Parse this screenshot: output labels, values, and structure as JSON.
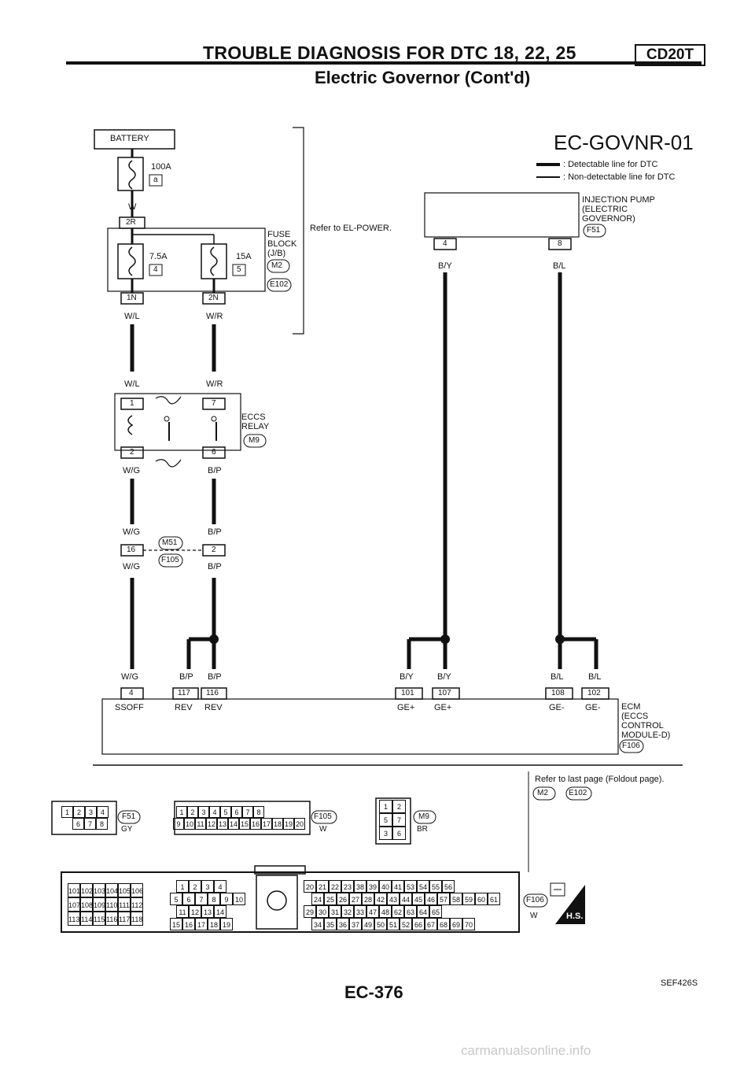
{
  "header": {
    "title": "TROUBLE DIAGNOSIS FOR DTC 18, 22, 25",
    "subtitle": "Electric Governor (Cont'd)",
    "engine_code": "CD20T"
  },
  "diagram": {
    "id": "EC-GOVNR-01",
    "legend": {
      "detectable": ": Detectable line for DTC",
      "non_detectable": ": Non-detectable line for DTC"
    },
    "battery": "BATTERY",
    "fuse_100a": "100A",
    "fuse_100a_pos": "a",
    "wire_w": "W",
    "conn_2r": "2R",
    "fuse_75a": "7.5A",
    "fuse_75a_pos": "4",
    "fuse_15a": "15A",
    "fuse_15a_pos": "5",
    "fuse_block": [
      "FUSE",
      "BLOCK",
      "(J/B)"
    ],
    "conn_m2": "M2",
    "conn_e102": "E102",
    "conn_1n": "1N",
    "conn_2n": "2N",
    "refer_power": "Refer to EL-POWER.",
    "wire_wl": "W/L",
    "wire_wr": "W/R",
    "relay_pins": [
      "1",
      "7",
      "2",
      "6"
    ],
    "relay_label": [
      "ECCS",
      "RELAY"
    ],
    "conn_m9": "M9",
    "wire_wg": "W/G",
    "wire_bp": "B/P",
    "conn_16": "16",
    "conn_2": "2",
    "conn_m51": "M51",
    "conn_f105": "F105",
    "injection_pump": [
      "INJECTION PUMP",
      "(ELECTRIC",
      "GOVERNOR)"
    ],
    "conn_f51": "F51",
    "pump_pins": [
      "4",
      "8"
    ],
    "wire_by": "B/Y",
    "wire_bl": "B/L",
    "ecm_pins": [
      "4",
      "117",
      "116",
      "101",
      "107",
      "108",
      "102"
    ],
    "ecm_terms": [
      "SSOFF",
      "REV",
      "REV",
      "GE+",
      "GE+",
      "GE-",
      "GE-"
    ],
    "ecm_label": [
      "ECM",
      "(ECCS",
      "CONTROL",
      "MODULE-D)"
    ],
    "conn_f106": "F106",
    "refer_foldout": "Refer to last page (Foldout page).",
    "foldout_conns": [
      "M2",
      "E102"
    ],
    "conn_colors": {
      "f51": "GY",
      "f105": "W",
      "m9": "BR",
      "f106": "W"
    },
    "hs_badge": "H.S.",
    "f51_rows": [
      [
        "1",
        "2",
        "3",
        "4"
      ],
      [
        "6",
        "7",
        "8"
      ]
    ],
    "f105_rows": [
      [
        "1",
        "2",
        "3",
        "4",
        "5",
        "6",
        "7",
        "8"
      ],
      [
        "9",
        "10",
        "11",
        "12",
        "13",
        "14",
        "15",
        "16",
        "17",
        "18",
        "19",
        "20"
      ]
    ],
    "m9_rows": [
      [
        "1",
        "2"
      ],
      [
        "5",
        "7"
      ],
      [
        "3",
        "6"
      ]
    ],
    "ecm_conn_left": [
      [
        "101",
        "102",
        "103",
        "104",
        "105",
        "106"
      ],
      [
        "107",
        "108",
        "109",
        "110",
        "111",
        "112"
      ],
      [
        "113",
        "114",
        "115",
        "116",
        "117",
        "118"
      ]
    ],
    "ecm_conn_mid": [
      [
        "1",
        "2",
        "3",
        "4"
      ],
      [
        "5",
        "6",
        "7",
        "8",
        "9",
        "10"
      ],
      [
        "11",
        "12",
        "13",
        "14"
      ],
      [
        "15",
        "16",
        "17",
        "18",
        "19"
      ]
    ],
    "ecm_conn_right": [
      [
        "20",
        "21",
        "22",
        "23",
        "38",
        "39",
        "40",
        "41",
        "53",
        "54",
        "55",
        "56"
      ],
      [
        "24",
        "25",
        "26",
        "27",
        "28",
        "42",
        "43",
        "44",
        "45",
        "46",
        "57",
        "58",
        "59",
        "60",
        "61"
      ],
      [
        "29",
        "30",
        "31",
        "32",
        "33",
        "47",
        "48",
        "62",
        "63",
        "64",
        "65"
      ],
      [
        "34",
        "35",
        "36",
        "37",
        "49",
        "50",
        "51",
        "52",
        "66",
        "67",
        "68",
        "69",
        "70"
      ]
    ]
  },
  "footer": {
    "page_number": "EC-376",
    "figure_code": "SEF426S",
    "watermark": "carmanualsonline.info"
  }
}
